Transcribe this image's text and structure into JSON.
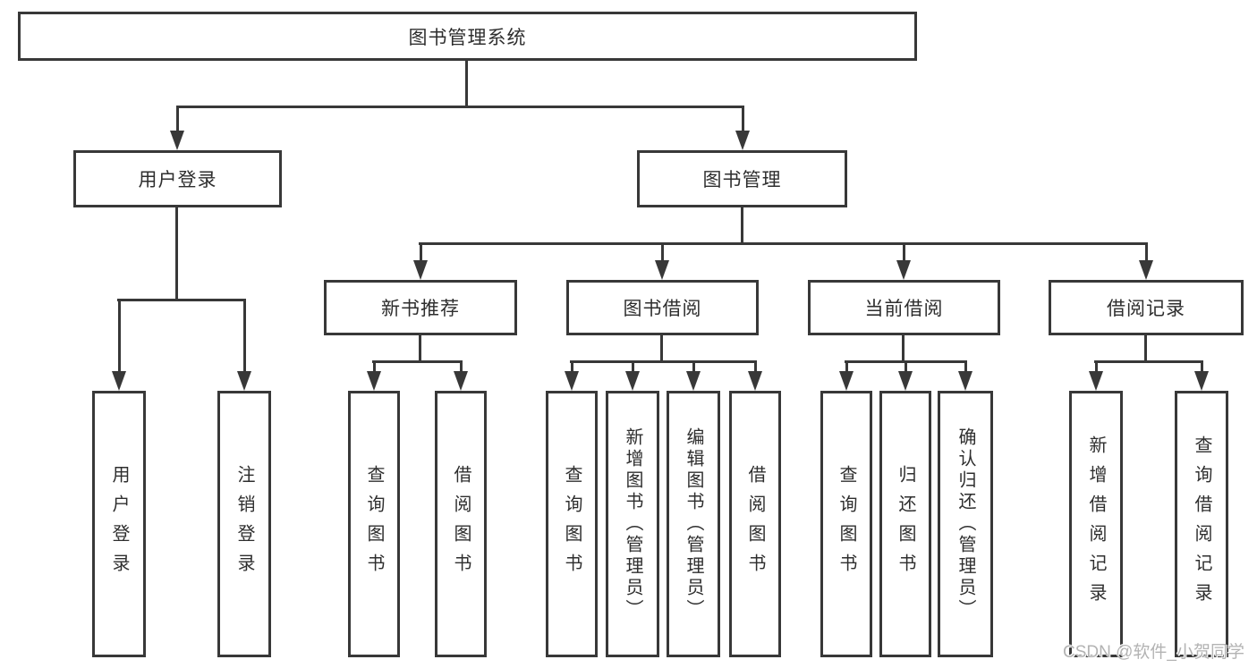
{
  "diagram": {
    "root": {
      "label": "图书管理系统"
    },
    "level2": {
      "user_login": {
        "label": "用户登录"
      },
      "book_mgmt": {
        "label": "图书管理"
      }
    },
    "level3": {
      "new_book_rec": {
        "label": "新书推荐"
      },
      "book_borrow": {
        "label": "图书借阅"
      },
      "current_borrow": {
        "label": "当前借阅"
      },
      "borrow_records": {
        "label": "借阅记录"
      }
    },
    "leaves": {
      "leaf_user_login": {
        "label": "用户登录"
      },
      "leaf_logout": {
        "label": "注销登录"
      },
      "leaf_nb_query": {
        "label": "查询图书"
      },
      "leaf_nb_borrow": {
        "label": "借阅图书"
      },
      "leaf_bb_query": {
        "label": "查询图书"
      },
      "leaf_bb_add": {
        "label": "新增图书（管理员）"
      },
      "leaf_bb_edit": {
        "label": "编辑图书（管理员）"
      },
      "leaf_bb_borrow": {
        "label": "借阅图书"
      },
      "leaf_cb_query": {
        "label": "查询图书"
      },
      "leaf_cb_return": {
        "label": "归还图书"
      },
      "leaf_cb_confirm": {
        "label": "确认归还（管理员）"
      },
      "leaf_br_add": {
        "label": "新增借阅记录"
      },
      "leaf_br_query": {
        "label": "查询借阅记录"
      }
    }
  },
  "watermark": "CSDN @软件_小贺同学",
  "colors": {
    "line": "#383838",
    "text": "#2e2e2e",
    "background": "#ffffff",
    "watermark": "#b3b3b3"
  }
}
